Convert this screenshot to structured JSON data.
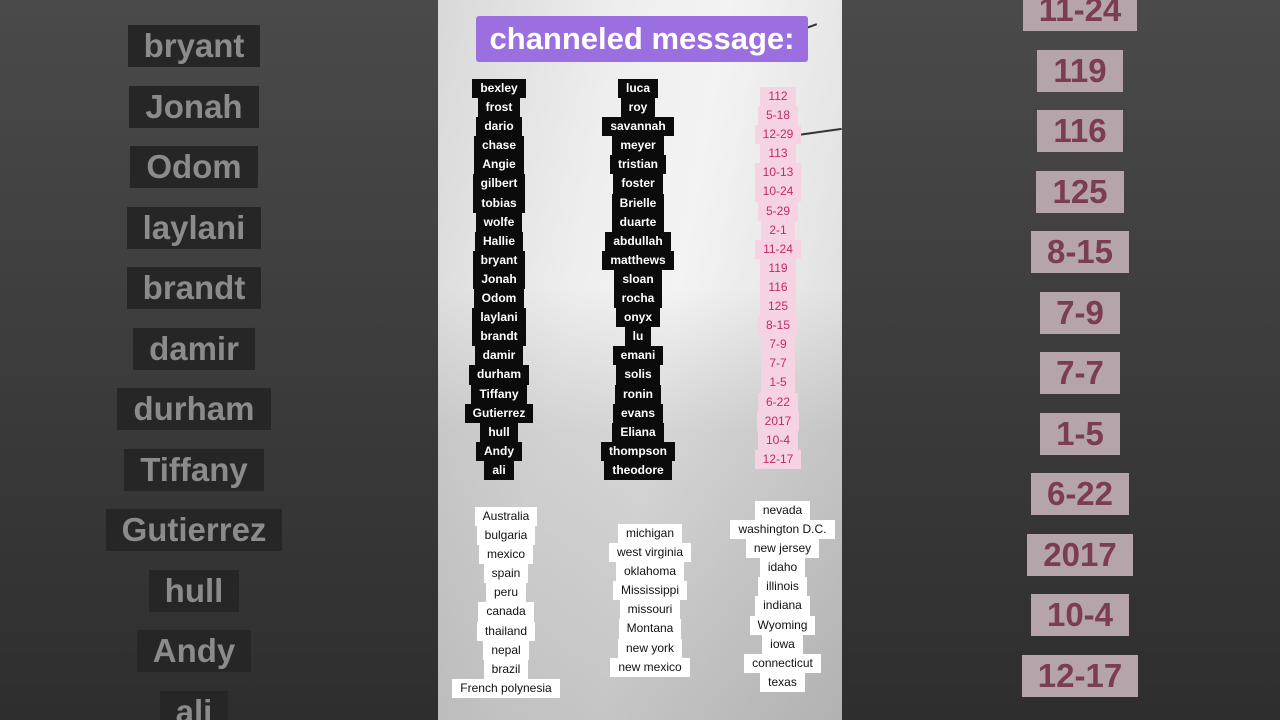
{
  "title": "channeled message:",
  "bg_left_words": [
    "bryant",
    "Jonah",
    "Odom",
    "laylani",
    "brandt",
    "damir",
    "durham",
    "Tiffany",
    "Gutierrez",
    "hull",
    "Andy",
    "ali"
  ],
  "bg_right_words": [
    "11-24",
    "119",
    "116",
    "125",
    "8-15",
    "7-9",
    "7-7",
    "1-5",
    "6-22",
    "2017",
    "10-4",
    "12-17"
  ],
  "names_col1": [
    "bexley",
    "frost",
    "dario",
    "chase",
    "Angie",
    "gilbert",
    "tobias",
    "wolfe",
    "Hallie",
    "bryant",
    "Jonah",
    "Odom",
    "laylani",
    "brandt",
    "damir",
    "durham",
    "Tiffany",
    "Gutierrez",
    "hull",
    "Andy",
    "ali"
  ],
  "names_col2": [
    "luca",
    "roy",
    "savannah",
    "meyer",
    "tristian",
    "foster",
    "Brielle",
    "duarte",
    "abdullah",
    "matthews",
    "sloan",
    "rocha",
    "onyx",
    "lu",
    "emani",
    "solis",
    "ronin",
    "evans",
    "Eliana",
    "thompson",
    "theodore"
  ],
  "dates": [
    "112",
    "5-18",
    "12-29",
    "113",
    "10-13",
    "10-24",
    "5-29",
    "2-1",
    "11-24",
    "119",
    "116",
    "125",
    "8-15",
    "7-9",
    "7-7",
    "1-5",
    "6-22",
    "2017",
    "10-4",
    "12-17"
  ],
  "places_col1": [
    "Australia",
    "bulgaria",
    "mexico",
    "spain",
    "peru",
    "canada",
    "thailand",
    "nepal",
    "brazil",
    "French polynesia"
  ],
  "places_col2": [
    "michigan",
    "west virginia",
    "oklahoma",
    "Mississippi",
    "missouri",
    "Montana",
    "new york",
    "new mexico"
  ],
  "places_col3": [
    "nevada",
    "washington D.C.",
    "new jersey",
    "idaho",
    "illinois",
    "indiana",
    "Wyoming",
    "iowa",
    "connecticut",
    "texas"
  ],
  "colors": {
    "title_bg": "#9b6fe0",
    "date_bg": "#f6d3e3",
    "date_text": "#c12a66"
  }
}
